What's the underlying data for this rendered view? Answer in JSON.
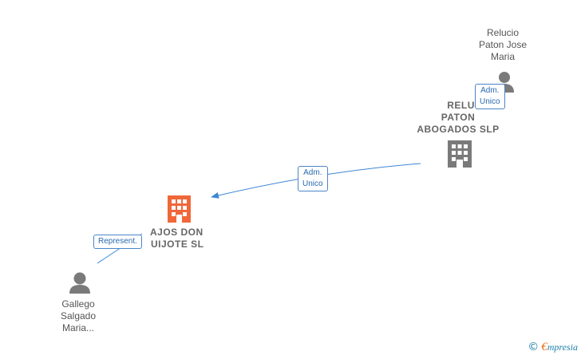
{
  "nodes": {
    "person_top": {
      "label_lines": [
        "Relucio",
        "Paton Jose",
        "Maria"
      ]
    },
    "company_top": {
      "label_lines": [
        "RELUCIO",
        "PATON",
        "ABOGADOS  SLP"
      ]
    },
    "company_main": {
      "label_lines": [
        "AJOS DON",
        "UIJOTE  SL"
      ]
    },
    "person_bottom": {
      "label_lines": [
        "Gallego",
        "Salgado",
        "Maria..."
      ]
    }
  },
  "edges": {
    "top": {
      "label_lines": [
        "Adm.",
        "Unico"
      ]
    },
    "middle": {
      "label_lines": [
        "Adm.",
        "Unico"
      ]
    },
    "bottom": {
      "label_lines": [
        "Represent."
      ]
    }
  },
  "colors": {
    "edge": "#3d86d6",
    "person_icon": "#7a7a7a",
    "company_icon": "#7a7a7a",
    "main_company_icon": "#f0673a"
  },
  "icons": {
    "person": "person-icon",
    "company": "building-icon",
    "main_company": "building-icon"
  },
  "watermark": {
    "copyright": "©",
    "e": "€",
    "text": "mpresia"
  }
}
